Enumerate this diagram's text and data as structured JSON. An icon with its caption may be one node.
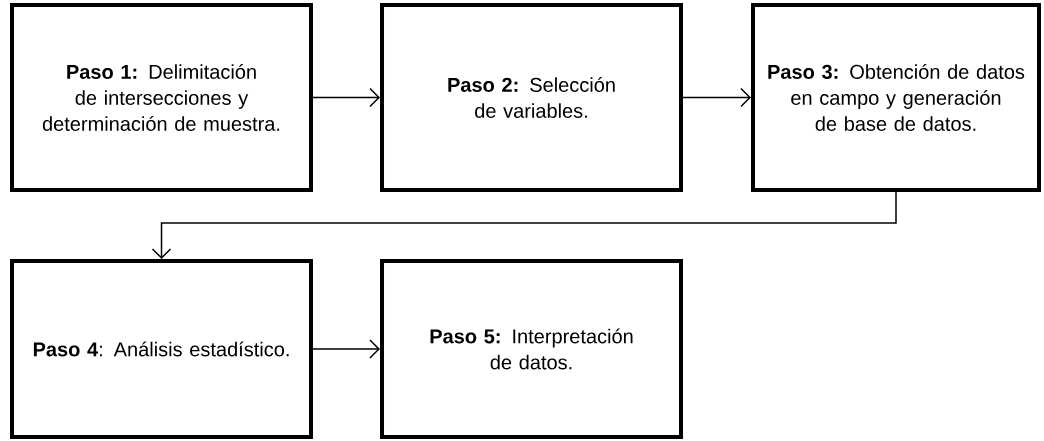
{
  "diagram": {
    "nodes": [
      {
        "text": [
          "**Paso 1:** Delimitación de intersecciones y determinación de muestra."
        ]
      },
      {
        "text": [
          "**Paso 2:** Selección de variables."
        ]
      },
      {
        "text": [
          "**Paso 3:** Obtención de datos en campo y generación de base de datos."
        ]
      },
      {
        "text": [
          "**Paso 4**: Análisis estadístico."
        ]
      },
      {
        "text": [
          "**Paso 5:** Interpretación de datos."
        ]
      }
    ],
    "edges": [
      {
        "from": 0,
        "to": 1,
        "arrow": "to"
      },
      {
        "from": 1,
        "to": 2,
        "arrow": "to"
      },
      {
        "from": 2,
        "to": 3,
        "arrow": "to"
      },
      {
        "from": 3,
        "to": 4,
        "arrow": "to"
      }
    ]
  }
}
